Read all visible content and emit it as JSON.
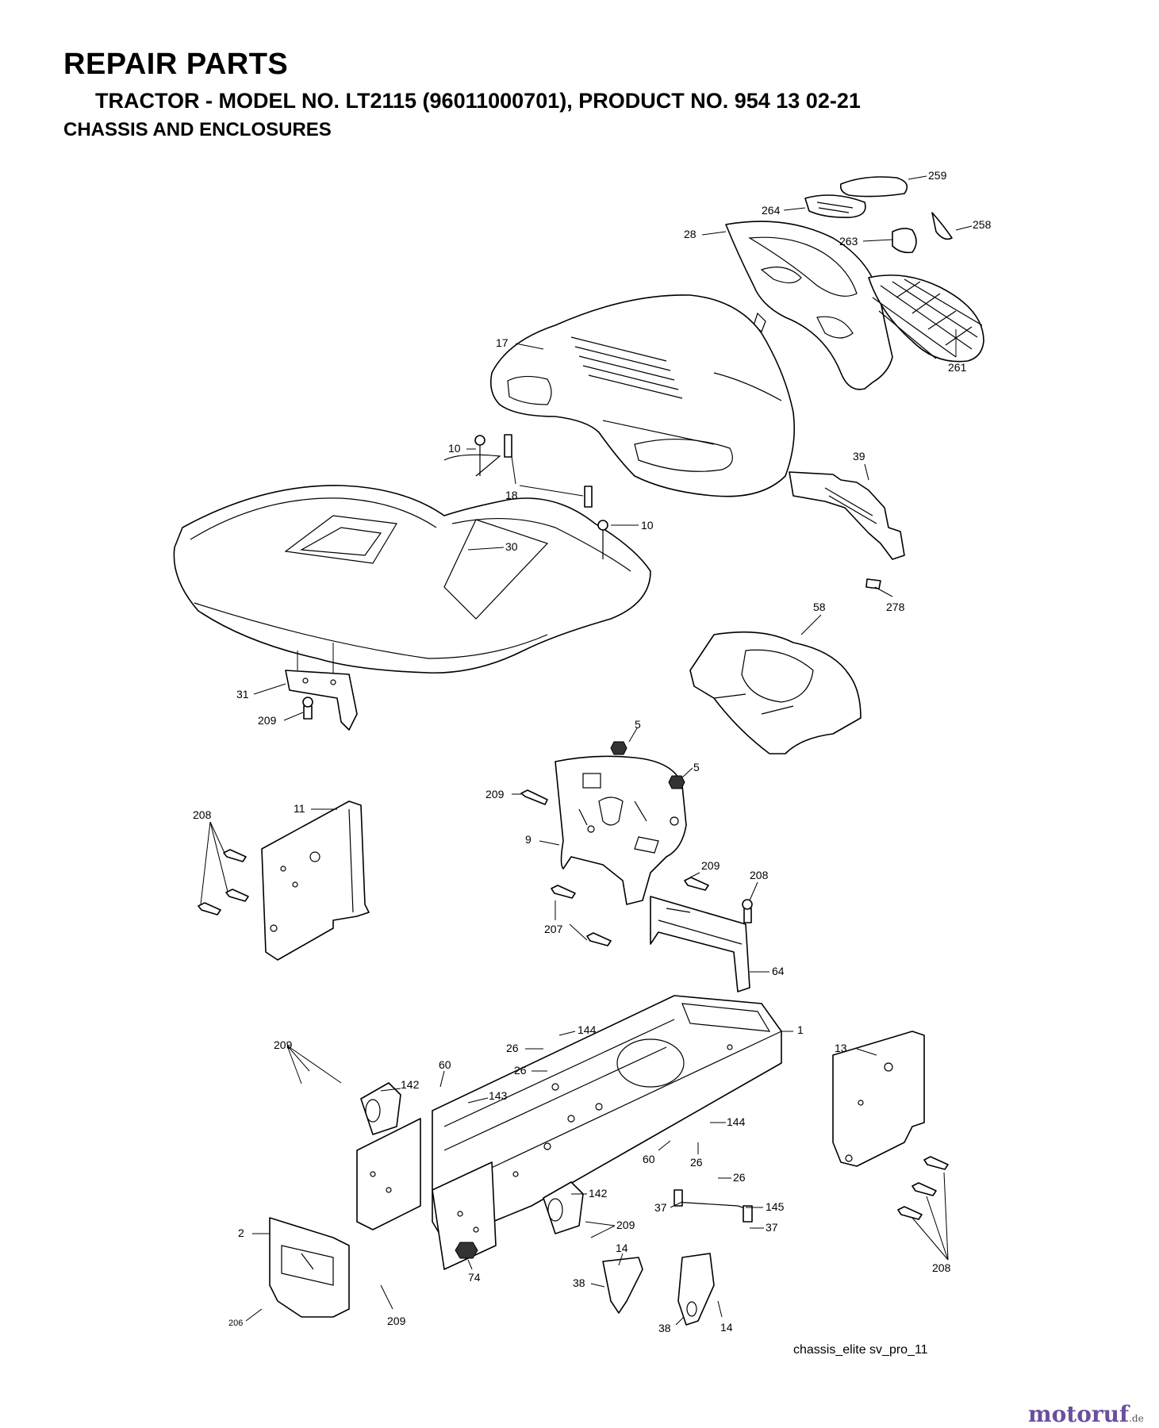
{
  "header": {
    "title": "REPAIR PARTS",
    "subtitle": "TRACTOR - MODEL NO. LT2115 (96011000701), PRODUCT NO. 954 13 02-21",
    "section": "CHASSIS AND ENCLOSURES"
  },
  "callouts": {
    "p259": "259",
    "p264": "264",
    "p258": "258",
    "p28": "28",
    "p263": "263",
    "p261": "261",
    "p17": "17",
    "p39": "39",
    "p278": "278",
    "p10a": "10",
    "p18": "18",
    "p10b": "10",
    "p30": "30",
    "p58": "58",
    "p31": "31",
    "p209a": "209",
    "p5a": "5",
    "p5b": "5",
    "p209b": "209",
    "p9": "9",
    "p208a": "208",
    "p11": "11",
    "p209c": "209",
    "p208b": "208",
    "p207": "207",
    "p64": "64",
    "p1": "1",
    "p144a": "144",
    "p26a": "26",
    "p26b": "26",
    "p13": "13",
    "p209d": "209",
    "p60a": "60",
    "p142a": "142",
    "p143": "143",
    "p144b": "144",
    "p60b": "60",
    "p26c": "26",
    "p26d": "26",
    "p142b": "142",
    "p37a": "37",
    "p145": "145",
    "p209e": "209",
    "p37b": "37",
    "p2": "2",
    "p74": "74",
    "p14a": "14",
    "p38a": "38",
    "p206": "206",
    "p209f": "209",
    "p38b": "38",
    "p14b": "14",
    "p208c": "208"
  },
  "caption": "chassis_elite sv_pro_11",
  "watermark": {
    "brand": "motoruf",
    "suffix": ".de"
  }
}
